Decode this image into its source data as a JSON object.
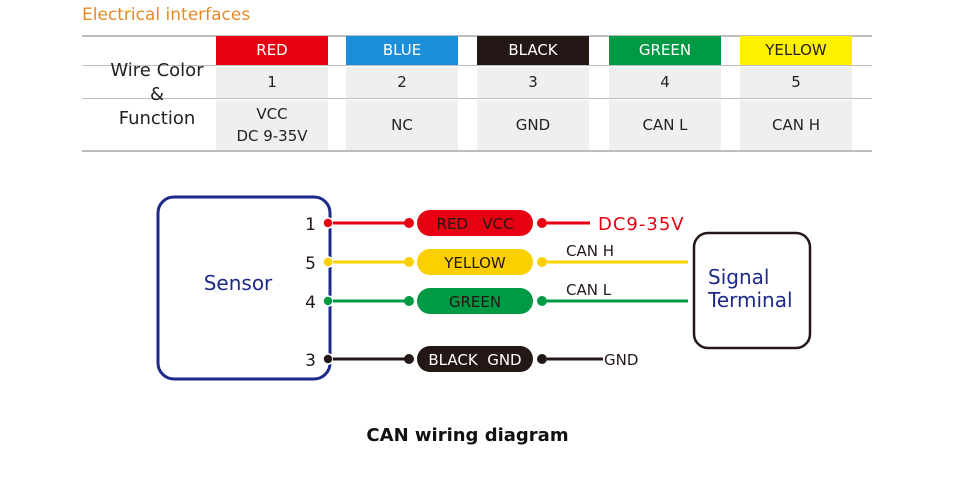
{
  "section_title": "Electrical interfaces",
  "table": {
    "row_label_lines": [
      "Wire Color",
      "&",
      "Function"
    ],
    "columns": [
      {
        "color_name": "RED",
        "bg": "#e60012",
        "fg": "#ffffff",
        "pin": "1",
        "function": "VCC\nDC 9-35V"
      },
      {
        "color_name": "BLUE",
        "bg": "#1a8fd8",
        "fg": "#ffffff",
        "pin": "2",
        "function": "NC"
      },
      {
        "color_name": "BLACK",
        "bg": "#231815",
        "fg": "#ffffff",
        "pin": "3",
        "function": "GND"
      },
      {
        "color_name": "GREEN",
        "bg": "#009944",
        "fg": "#ffffff",
        "pin": "4",
        "function": "CAN L"
      },
      {
        "color_name": "YELLOW",
        "bg": "#fff100",
        "fg": "#222222",
        "pin": "5",
        "function": "CAN H"
      }
    ]
  },
  "diagram": {
    "sensor_label": "Sensor",
    "terminal_label_lines": [
      "Signal",
      "Terminal"
    ],
    "wires": [
      {
        "pin": "1",
        "label": "RED   VCC",
        "color": "#e60012",
        "label_color": "#231815",
        "end_text": "DC9-35V",
        "end_text_color": "#e60012"
      },
      {
        "pin": "5",
        "label": "YELLOW",
        "color": "#fcd000",
        "label_color": "#231815",
        "end_text": "CAN H",
        "end_text_color": "#231815"
      },
      {
        "pin": "4",
        "label": "GREEN",
        "color": "#009944",
        "label_color": "#231815",
        "end_text": "CAN L",
        "end_text_color": "#231815"
      },
      {
        "pin": "3",
        "label": "BLACK  GND",
        "color": "#231815",
        "label_color": "#ffffff",
        "end_text": "GND",
        "end_text_color": "#231815"
      }
    ],
    "sensor_border_color": "#1d2a8a",
    "sensor_text_color": "#1d2a8a"
  },
  "caption": "CAN  wiring diagram"
}
